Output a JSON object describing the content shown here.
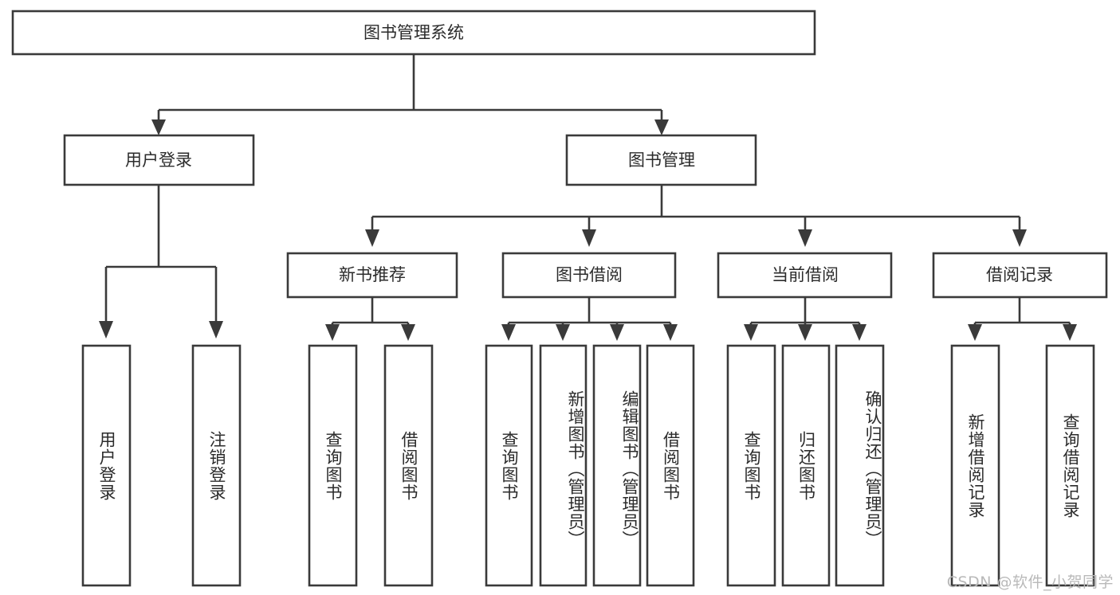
{
  "diagram": {
    "title": "图书管理系统",
    "watermark": "CSDN @软件_小贺同学",
    "type": "tree",
    "orientation": "top-down",
    "edge_style": "orthogonal-arrow",
    "colors": {
      "box_fill": "#ffffff",
      "box_stroke": "#3a3a3a",
      "text": "#2b2b2b",
      "watermark": "#b9b9b9",
      "background": "#ffffff"
    },
    "levels": {
      "root": "图书管理系统",
      "level2": [
        "用户登录",
        "图书管理"
      ],
      "level3": [
        "新书推荐",
        "图书借阅",
        "当前借阅",
        "借阅记录"
      ]
    },
    "nodes": {
      "root": {
        "label": "图书管理系统"
      },
      "user_login": {
        "label": "用户登录"
      },
      "book_manage": {
        "label": "图书管理"
      },
      "new_book_rec": {
        "label": "新书推荐"
      },
      "book_borrow": {
        "label": "图书借阅"
      },
      "current_borrow": {
        "label": "当前借阅"
      },
      "borrow_record": {
        "label": "借阅记录"
      }
    },
    "leaves": {
      "user_login": [
        {
          "label": "用户登录"
        },
        {
          "label": "注销登录"
        }
      ],
      "new_book_rec": [
        {
          "label": "查询图书"
        },
        {
          "label": "借阅图书"
        }
      ],
      "book_borrow": [
        {
          "label": "查询图书"
        },
        {
          "label": "新增图书（管理员）"
        },
        {
          "label": "编辑图书（管理员）"
        },
        {
          "label": "借阅图书"
        }
      ],
      "current_borrow": [
        {
          "label": "查询图书"
        },
        {
          "label": "归还图书"
        },
        {
          "label": "确认归还（管理员）"
        }
      ],
      "borrow_record": [
        {
          "label": "新增借阅记录"
        },
        {
          "label": "查询借阅记录"
        }
      ]
    }
  }
}
